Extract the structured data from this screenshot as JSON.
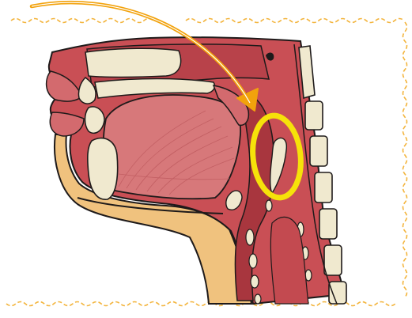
{
  "image": {
    "subject": "sagittal-head-neck-anatomy",
    "annotations": [
      {
        "kind": "arrow",
        "icon": "curved-arrow-icon",
        "color": "#f2a20c"
      },
      {
        "kind": "highlight-ellipse",
        "icon": "highlight-ring-icon",
        "color": "#f6e20a"
      }
    ],
    "frame": {
      "style": "wavy-dashed-border",
      "color": "#f3b43c"
    },
    "colors": {
      "tissue": "#c94f55",
      "tissue_dark": "#a8363e",
      "tongue": "#d7787a",
      "bone": "#f0e9cf",
      "skin": "#f0c27e",
      "outline": "#1e1a1a"
    }
  }
}
